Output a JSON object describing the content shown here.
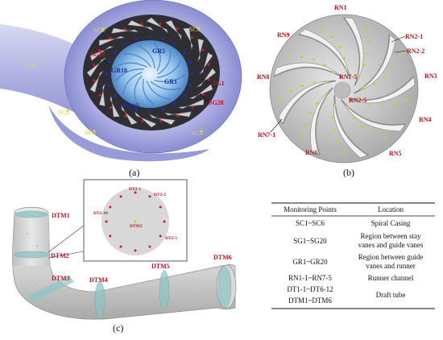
{
  "panels": {
    "a": "(a)",
    "b": "(b)",
    "c": "(c)"
  },
  "panel_a": {
    "sc": [
      "SC1",
      "SC2",
      "SC3",
      "SC4",
      "SC5",
      "SC6"
    ],
    "gr": [
      "GR1",
      "GR5",
      "GR10",
      "GR15"
    ],
    "sg": [
      "SG1",
      "SG10",
      "SG20"
    ]
  },
  "panel_b": {
    "rn": [
      "RN1",
      "RN2-1",
      "RN2-2",
      "RN3",
      "RN4",
      "RN5",
      "RN6",
      "RN7-1",
      "RN7-5",
      "RN8",
      "RN9",
      "RN2-5"
    ]
  },
  "panel_c": {
    "dtm": [
      "DTM1",
      "DTM2",
      "DTM3",
      "DTM4",
      "DTM5",
      "DTM6"
    ],
    "dt2": [
      "DT2-1",
      "DT2-2",
      "DT2-10",
      "DTM2",
      "DT2-5"
    ]
  },
  "table": {
    "headers": [
      "Monitoring Points",
      "Location"
    ],
    "rows": [
      {
        "points": [
          "SC1~SC6"
        ],
        "location": [
          "Spiral Casing"
        ]
      },
      {
        "points": [
          "SG1~SG20"
        ],
        "location": [
          "Region between stay",
          "vanes and guide vanes"
        ]
      },
      {
        "points": [
          "GR1~GR20"
        ],
        "location": [
          "Region between guide",
          "vanes and runner"
        ]
      },
      {
        "points": [
          "RN1-1~RN7-5"
        ],
        "location": [
          "Runner channel"
        ]
      },
      {
        "points": [
          "DT1-1~DT6-12",
          "DTM1~DTM6"
        ],
        "location": [
          "Draft tube"
        ]
      }
    ]
  }
}
